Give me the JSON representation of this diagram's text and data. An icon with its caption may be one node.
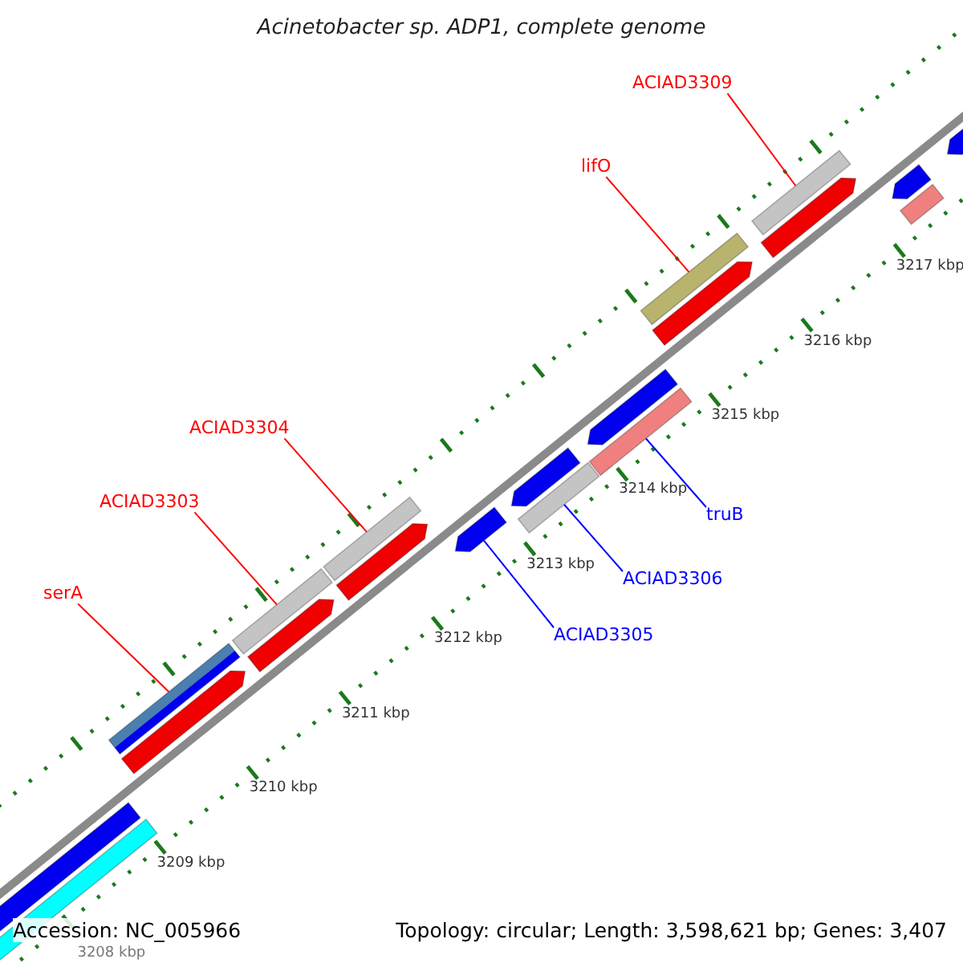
{
  "diagram": {
    "title": "Acinetobacter sp. ADP1, complete genome",
    "nodes": [
      {
        "text": [
          "ACIAD3309"
        ]
      },
      {
        "text": [
          "lifO"
        ]
      },
      {
        "text": [
          "ACIAD3304"
        ]
      },
      {
        "text": [
          "ACIAD3303"
        ]
      },
      {
        "text": [
          "serA"
        ]
      },
      {
        "text": [
          "truB"
        ]
      },
      {
        "text": [
          "ACIAD3306"
        ]
      },
      {
        "text": [
          "ACIAD3305"
        ]
      },
      {
        "text": [],
        "shape": "bar"
      },
      {
        "text": [],
        "shape": "bar"
      },
      {
        "text": [],
        "shape": "bar"
      },
      {
        "text": [],
        "shape": "bar"
      },
      {
        "text": [],
        "shape": "bar"
      },
      {
        "text": [],
        "shape": "bar"
      },
      {
        "text": [],
        "shape": "bar"
      },
      {
        "text": [],
        "shape": "bar"
      }
    ],
    "edges": [
      {
        "from": 0,
        "to": 8,
        "arrow": "none"
      },
      {
        "from": 1,
        "to": 9,
        "arrow": "none"
      },
      {
        "from": 2,
        "to": 10,
        "arrow": "none"
      },
      {
        "from": 3,
        "to": 11,
        "arrow": "none"
      },
      {
        "from": 4,
        "to": 12,
        "arrow": "none"
      },
      {
        "from": 5,
        "to": 13,
        "arrow": "none",
        "color": "#0000ff"
      },
      {
        "from": 6,
        "to": 14,
        "arrow": "none",
        "color": "#0000ff"
      },
      {
        "from": 7,
        "to": 15,
        "arrow": "none",
        "color": "#0000ff"
      }
    ],
    "labels": [
      "3217 kbp",
      "3216 kbp",
      "3215 kbp",
      "3214 kbp",
      "3213 kbp",
      "3212 kbp",
      "3211 kbp",
      "3210 kbp",
      "3209 kbp",
      "3208 kbp",
      "Accession: NC_005966",
      "Topology: circular; Length: 3,598,621 bp; Genes: 3,407"
    ]
  }
}
